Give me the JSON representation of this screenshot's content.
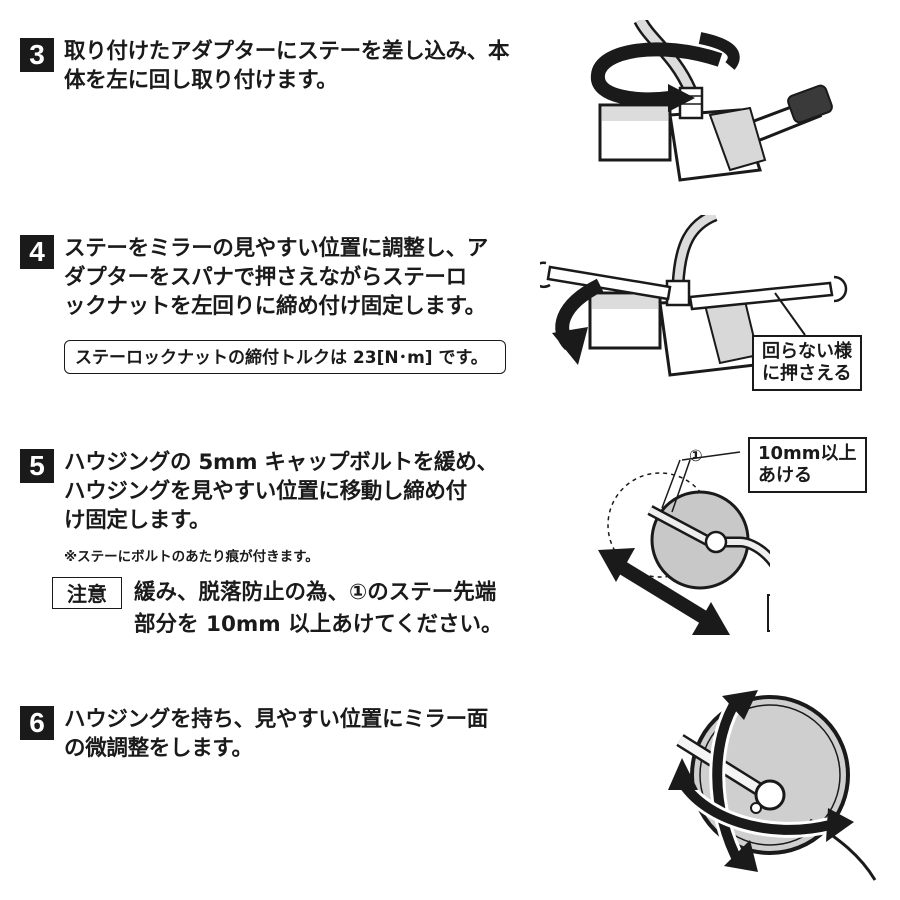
{
  "steps": [
    {
      "number": "3",
      "lines": [
        "取り付けたアダプターにステーを差し込み、本",
        "体を左に回し取り付けます。"
      ]
    },
    {
      "number": "4",
      "lines": [
        "ステーをミラーの見やすい位置に調整し、ア",
        "ダプターをスパナで押さえながらステーロ",
        "ックナットを左回りに締め付け固定します。"
      ],
      "torque_note": "ステーロックナットの締付トルクは 23[N･m] です。",
      "callout_lines": [
        "回らない様",
        "に押さえる"
      ]
    },
    {
      "number": "5",
      "lines": [
        "ハウジングの 5mm キャップボルトを緩め、",
        "ハウジングを見やすい位置に移動し締め付",
        "け固定します。"
      ],
      "small_note": "※ステーにボルトのあたり痕が付きます。",
      "caution_label": "注意",
      "caution_lines": [
        "緩み、脱落防止の為、①のステー先端",
        "部分を 10mm 以上あけてください。"
      ],
      "marker": "①",
      "callout_lines": [
        "10mm以上",
        "あける"
      ]
    },
    {
      "number": "6",
      "lines": [
        "ハウジングを持ち、見やすい位置にミラー面",
        "の微調整をします。"
      ]
    }
  ]
}
